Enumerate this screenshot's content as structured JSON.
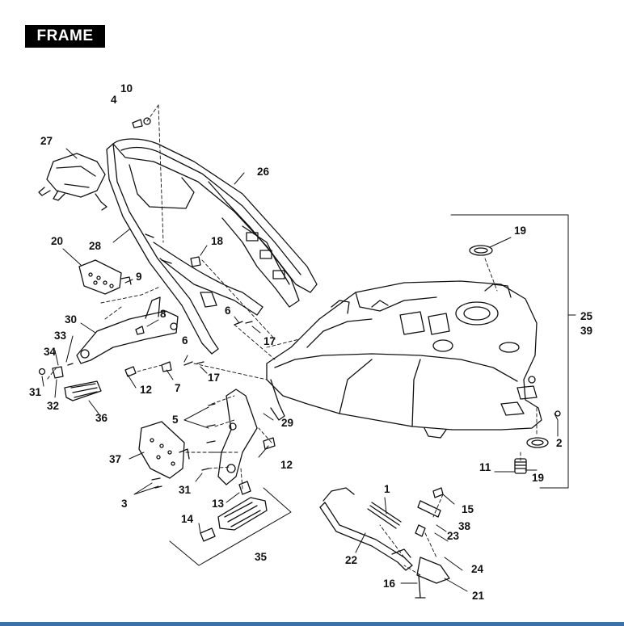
{
  "title": "FRAME",
  "labels": {
    "c1": "1",
    "c2": "2",
    "c3": "3",
    "c4": "4",
    "c5": "5",
    "c6a": "6",
    "c6b": "6",
    "c7": "7",
    "c8": "8",
    "c9": "9",
    "c10": "10",
    "c11": "11",
    "c12a": "12",
    "c12b": "12",
    "c13": "13",
    "c14": "14",
    "c15": "15",
    "c16": "16",
    "c17a": "17",
    "c17b": "17",
    "c18": "18",
    "c19a": "19",
    "c19b": "19",
    "c20": "20",
    "c21": "21",
    "c22": "22",
    "c23": "23",
    "c24": "24",
    "c25": "25",
    "c26": "26",
    "c27": "27",
    "c28": "28",
    "c29": "29",
    "c30": "30",
    "c31a": "31",
    "c31b": "31",
    "c32": "32",
    "c33": "33",
    "c34": "34",
    "c35": "35",
    "c36": "36",
    "c37": "37",
    "c38": "38",
    "c39": "39"
  },
  "colors": {
    "ink": "#111111",
    "bottom_bar": "#3a72a8",
    "title_bg": "#000000",
    "title_fg": "#ffffff"
  }
}
